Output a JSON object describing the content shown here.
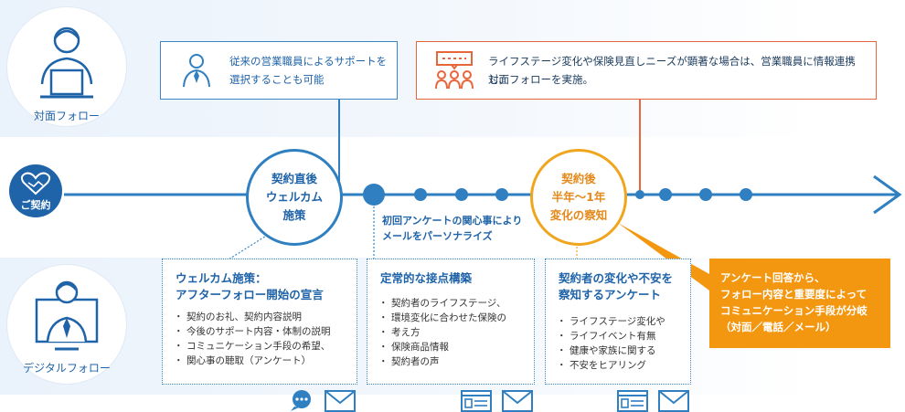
{
  "personas": {
    "face_to_face": "対面フォロー",
    "digital": "デジタルフォロー",
    "contract": "ご契約"
  },
  "top_boxes": {
    "blue": [
      "従来の営業職員によるサポートを",
      "選択することも可能"
    ],
    "orange": [
      "ライフステージ変化や保険見直しニーズが顕著な場合は、営業職員に情報連携し、",
      "対面フォローを実施。"
    ]
  },
  "milestones": {
    "welcome": [
      "契約直後",
      "ウェルカム",
      "施策"
    ],
    "change": [
      "契約後",
      "半年〜1年",
      "変化の察知"
    ]
  },
  "notes": {
    "first_survey": [
      "初回アンケートの関心事により",
      "メールをパーソナライズ"
    ]
  },
  "panels": [
    {
      "title": [
        "ウェルカム施策：",
        "アフターフォロー開始の宣言"
      ],
      "items": [
        "契約のお礼、契約内容説明",
        "今後のサポート内容・体制の説明",
        "コミュニケーション手段の希望、",
        "関心事の聴取（アンケート）"
      ]
    },
    {
      "title": [
        "定常的な接点構築"
      ],
      "items": [
        "契約者のライフステージ、",
        "環境変化に合わせた保険の",
        "考え方",
        "保険商品情報",
        "契約者の声"
      ]
    },
    {
      "title": [
        "契約者の変化や不安を",
        "察知するアンケート"
      ],
      "items": [
        "ライフステージ変化や",
        "ライフイベント有無",
        "健康や家族に関する",
        "不安をヒアリング"
      ]
    }
  ],
  "callout": [
    "アンケート回答から、",
    "フォロー内容と重要度によって",
    "コミュニケーション手段が分岐",
    "（対面／電話／メール）"
  ],
  "icons": [
    "person-at-laptop-icon",
    "handshake-heart-icon",
    "person-at-monitor-icon",
    "businessman-icon",
    "meeting-icon",
    "chat-icon",
    "mail-icon",
    "form-icon"
  ],
  "colors": {
    "primary_blue": "#2f7fc1",
    "orange": "#e8663c",
    "amber": "#f39711",
    "yellow": "#f0a51e"
  }
}
